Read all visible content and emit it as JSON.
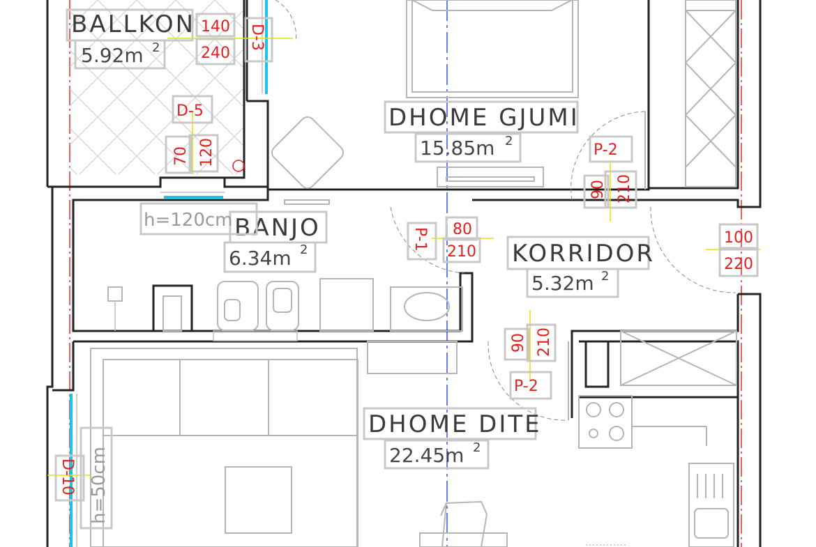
{
  "rooms": {
    "ballkon": {
      "name": "BALLKON",
      "area": "5.92m",
      "unit_sup": "2"
    },
    "dhome_gjumi": {
      "name": "DHOME GJUMI",
      "area": "15.85m",
      "unit_sup": "2"
    },
    "banjo": {
      "name": "BANJO",
      "area": "6.34m",
      "unit_sup": "2"
    },
    "korridor": {
      "name": "KORRIDOR",
      "area": "5.32m",
      "unit_sup": "2"
    },
    "dhome_dite": {
      "name": "DHOME DITE",
      "area": "22.45m",
      "unit_sup": "2"
    }
  },
  "openings": {
    "d3": {
      "code": "D-3",
      "width": "140",
      "height": "240"
    },
    "d5": {
      "code": "D-5",
      "width": "70",
      "height": "120"
    },
    "p1": {
      "code": "P-1",
      "width": "80",
      "height": "210"
    },
    "p2_bedroom": {
      "code": "P-2",
      "width": "90",
      "height": "210"
    },
    "p2_living": {
      "code": "P-2",
      "width": "90",
      "height": "210"
    },
    "entry": {
      "width": "100",
      "height": "220"
    },
    "d10": {
      "code": "D-10"
    }
  },
  "notes": {
    "banjo_sill": "h=120cm",
    "living_sill": "h=50cm"
  },
  "colors": {
    "walls": "#222222",
    "labels": "#e02020",
    "axis_red": "#e21b1b",
    "axis_blue": "#2b45d6",
    "glazing": "#19c4e6"
  }
}
